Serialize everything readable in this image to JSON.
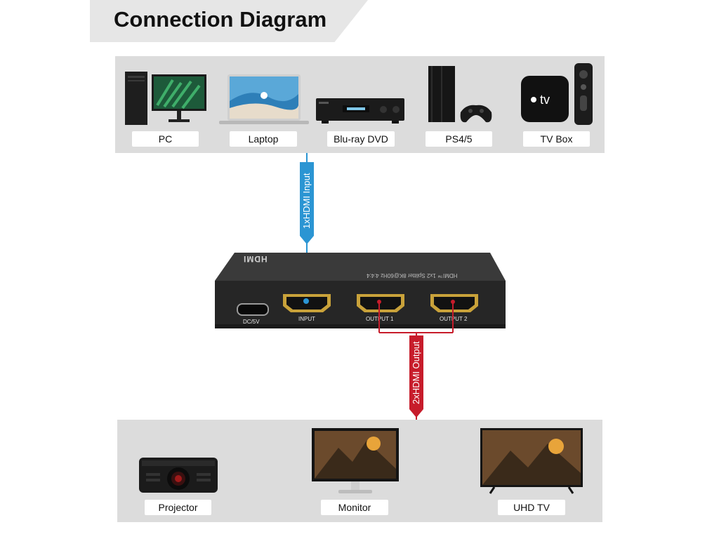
{
  "title": "Connection Diagram",
  "sources": [
    {
      "label": "PC",
      "icon": "pc-icon"
    },
    {
      "label": "Laptop",
      "icon": "laptop-icon"
    },
    {
      "label": "Blu-ray DVD",
      "icon": "bluray-player-icon"
    },
    {
      "label": "PS4/5",
      "icon": "game-console-icon"
    },
    {
      "label": "TV Box",
      "icon": "tv-box-icon"
    }
  ],
  "input_link": {
    "label": "1xHDMI Input",
    "color": "#2b95d3"
  },
  "output_link": {
    "label": "2xHDMI Output",
    "color": "#c71c2b"
  },
  "device": {
    "logo": "HDMI",
    "model": "HDMI™ 1x2 Splitter 8K@60Hz 4:4:4",
    "ports": {
      "power": "DC/5V",
      "input": "INPUT",
      "output1": "OUTPUT 1",
      "output2": "OUTPUT 2"
    }
  },
  "displays": [
    {
      "label": "Projector",
      "icon": "projector-icon"
    },
    {
      "label": "Monitor",
      "icon": "monitor-icon"
    },
    {
      "label": "UHD TV",
      "icon": "uhd-tv-icon"
    }
  ]
}
